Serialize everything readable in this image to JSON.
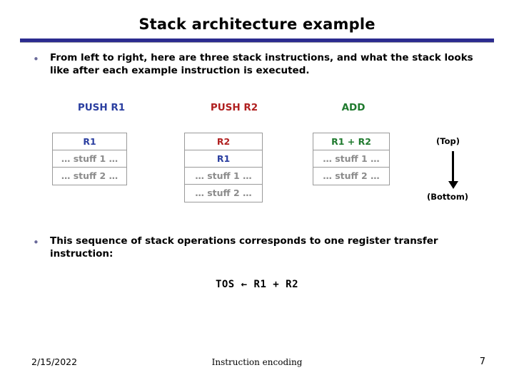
{
  "slide": {
    "title": "Stack architecture example",
    "bullets": [
      {
        "marker": "•",
        "text": "From left to right, here are three stack instructions, and what the stack looks like after each example instruction is executed."
      },
      {
        "marker": "•",
        "text": "This sequence of stack operations corresponds to one register transfer instruction:"
      }
    ],
    "columns": [
      {
        "label": "PUSH R1",
        "label_color": "#2b3fa0",
        "cells": [
          {
            "text": "R1",
            "style": "blue"
          },
          {
            "text": "… stuff 1 …",
            "style": "gray"
          },
          {
            "text": "… stuff 2 …",
            "style": "gray"
          }
        ]
      },
      {
        "label": "PUSH R2",
        "label_color": "#b02020",
        "cells": [
          {
            "text": "R2",
            "style": "red"
          },
          {
            "text": "R1",
            "style": "blue"
          },
          {
            "text": "… stuff 1 …",
            "style": "gray"
          },
          {
            "text": "… stuff 2 …",
            "style": "gray"
          }
        ]
      },
      {
        "label": "ADD",
        "label_color": "#1f7a2e",
        "cells": [
          {
            "text": "R1 + R2",
            "style": "green"
          },
          {
            "text": "… stuff 1 …",
            "style": "gray"
          },
          {
            "text": "… stuff 2 …",
            "style": "gray"
          }
        ]
      }
    ],
    "annotations": {
      "top_label": "(Top)",
      "bottom_label": "(Bottom)",
      "arrow": "down-arrow"
    },
    "equation": "TOS ← R1 + R2",
    "footer": {
      "date": "2/15/2022",
      "center": "Instruction encoding",
      "page": "7"
    }
  }
}
